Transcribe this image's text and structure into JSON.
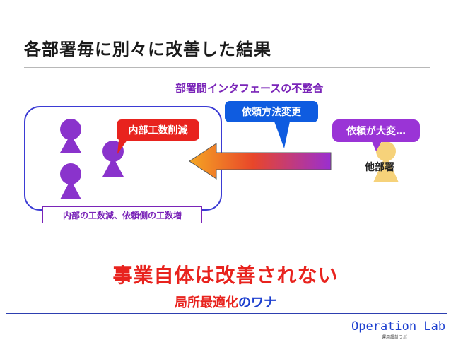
{
  "title": "各部署毎に別々に改善した結果",
  "mismatch_label": "部署間インタフェースの不整合",
  "callouts": {
    "internal_reduction": "内部工数削減",
    "request_change": "依頼方法変更",
    "request_hard": "依頼が大変…"
  },
  "other_dept": "他部署",
  "internal_label": "内部の工数減、依頼側の工数増",
  "headline": "事業自体は改善されない",
  "subline": {
    "highlight": "局所最適化",
    "rest": "のワナ"
  },
  "logo": {
    "main": "Operation Lab",
    "sub": "運用設計ラボ"
  },
  "colors": {
    "red": "#e8231e",
    "blue": "#0f5ce0",
    "purple": "#9a34d6",
    "person_yellow": "#f6d27a",
    "box_border": "#3b3bd4"
  },
  "icons": [
    "person-icon",
    "arrow-icon"
  ]
}
